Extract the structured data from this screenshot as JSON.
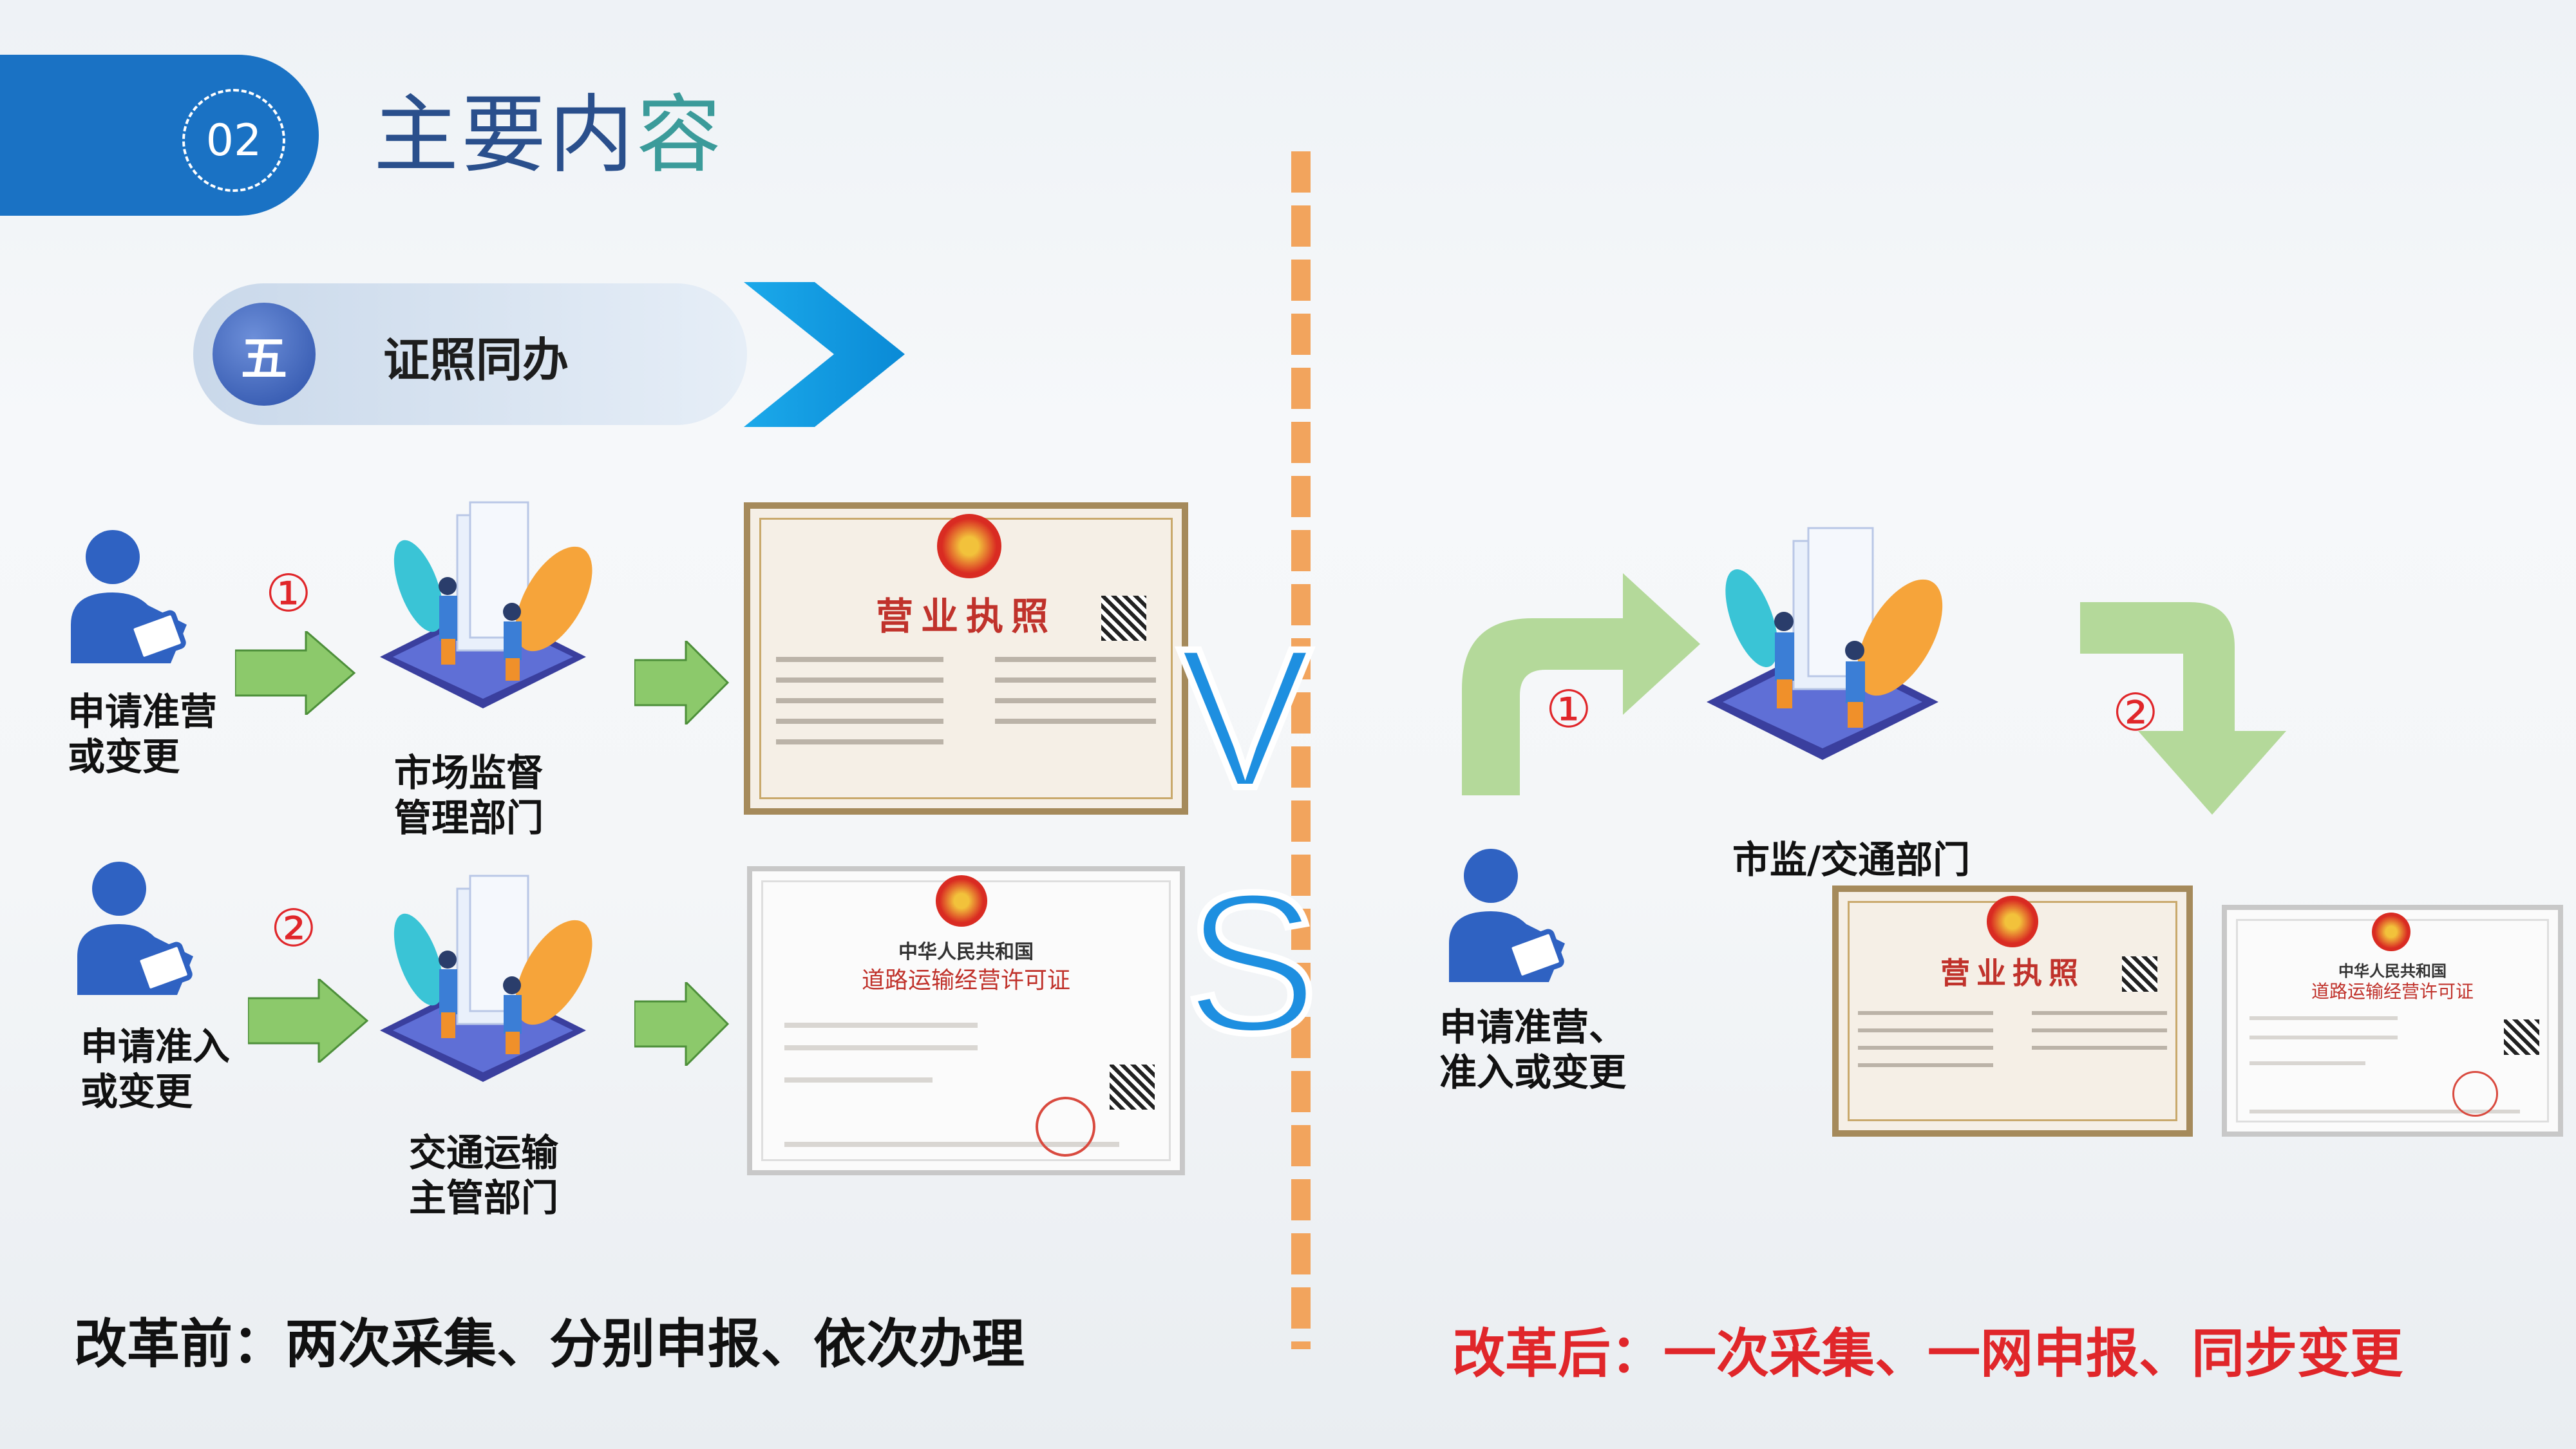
{
  "header": {
    "number": "02",
    "title_part1": "主要内",
    "title_part2": "容"
  },
  "section": {
    "number": "五",
    "title": "证照同办"
  },
  "before": {
    "row1": {
      "applicant": [
        "申请准营",
        "或变更"
      ],
      "step": "①",
      "dept": [
        "市场监督",
        "管理部门"
      ]
    },
    "row2": {
      "applicant": [
        "申请准入",
        "或变更"
      ],
      "step": "②",
      "dept": [
        "交通运输",
        "主管部门"
      ]
    },
    "summary": "改革前：两次采集、分别申报、依次办理"
  },
  "vs": {
    "v": "V",
    "s": "S"
  },
  "after": {
    "applicant": [
      "申请准营、",
      "准入或变更"
    ],
    "step1": "①",
    "step2": "②",
    "dept": "市监/交通部门",
    "summary": "改革后：一次采集、一网申报、同步变更"
  },
  "certs": {
    "business_license": {
      "title": "营业执照"
    },
    "transport_permit": {
      "line1": "中华人民共和国",
      "line2": "道路运输经营许可证"
    }
  },
  "colors": {
    "accent_blue": "#1a72c4",
    "red": "#e0262a",
    "green_arrow": "#8cc96b",
    "divider": "#f2a45d"
  }
}
